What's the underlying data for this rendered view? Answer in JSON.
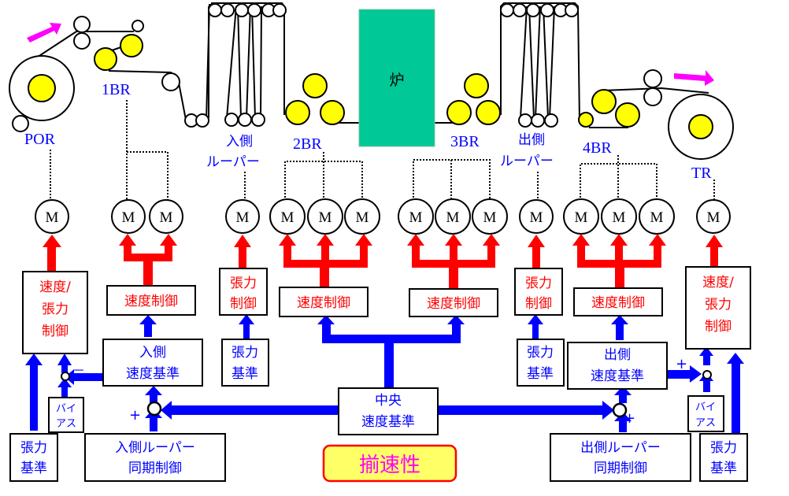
{
  "diagram": {
    "furnace_label": "炉",
    "colors": {
      "furnace": "#00c896",
      "speed_control": "#ff0000",
      "reference": "#0000ff",
      "roll_yellow": "#ffff00",
      "direction_arrow": "#ff00ff",
      "highlight_fill": "#ffff66",
      "highlight_border": "#ff0000",
      "highlight_text": "#ff00ff"
    },
    "equipment_labels": {
      "por": "POR",
      "br1": "1BR",
      "entry_looper_1": "入側",
      "entry_looper_2": "ルーパー",
      "br2": "2BR",
      "br3": "3BR",
      "exit_looper_1": "出側",
      "exit_looper_2": "ルーパー",
      "br4": "4BR",
      "tr": "TR"
    },
    "motor_label": "M",
    "control_blocks": {
      "por_ctrl": [
        "速度/",
        "張力",
        "制御"
      ],
      "br1_ctrl": "速度制御",
      "entry_looper_ctrl": [
        "張力",
        "制御"
      ],
      "br2_ctrl": "速度制御",
      "br3_ctrl": "速度制御",
      "exit_looper_ctrl": [
        "張力",
        "制御"
      ],
      "br4_ctrl": "速度制御",
      "tr_ctrl": [
        "速度/",
        "張力",
        "制御"
      ]
    },
    "reference_blocks": {
      "entry_speed_ref": [
        "入側",
        "速度基準"
      ],
      "entry_tension_ref": [
        "張力",
        "基準"
      ],
      "exit_tension_ref": [
        "張力",
        "基準"
      ],
      "exit_speed_ref": [
        "出側",
        "速度基準"
      ],
      "central_speed_ref": [
        "中央",
        "速度基準"
      ],
      "por_tension_ref": [
        "張力",
        "基準"
      ],
      "por_bias": [
        "バイ",
        "アス"
      ],
      "tr_tension_ref": [
        "張力",
        "基準"
      ],
      "tr_bias": [
        "バイ",
        "アス"
      ],
      "entry_looper_sync": [
        "入側ルーパー",
        "同期制御"
      ],
      "exit_looper_sync": [
        "出側ルーパー",
        "同期制御"
      ]
    },
    "signs": {
      "por_minus": "－",
      "entry_plus": "+",
      "exit_plus": "+",
      "tr_plus": "+"
    },
    "highlight": "揃速性"
  }
}
